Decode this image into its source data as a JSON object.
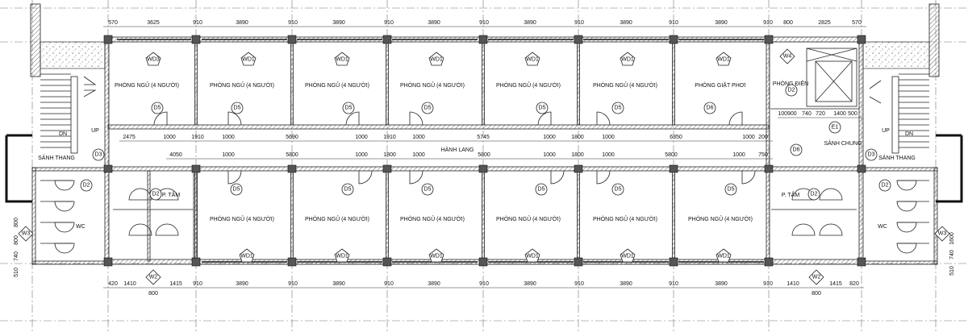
{
  "plan": {
    "top_dimensions": [
      "570",
      "3625",
      "910",
      "3890",
      "910",
      "3890",
      "910",
      "3890",
      "910",
      "3890",
      "910",
      "3890",
      "910",
      "3890",
      "910",
      "800",
      "2825",
      "570"
    ],
    "bottom_dimensions": [
      "420",
      "1410",
      "1415",
      "910",
      "3890",
      "910",
      "3890",
      "910",
      "3890",
      "910",
      "3890",
      "910",
      "3890",
      "910",
      "3890",
      "910",
      "1410",
      "1415",
      "820"
    ],
    "bottom_window_width": [
      "800",
      "800"
    ],
    "corridor_dims_row1": [
      "2475",
      "1000",
      "1910",
      "1000",
      "5690",
      "1000",
      "1910",
      "1000",
      "5745",
      "1000",
      "1800",
      "1000",
      "6350",
      "1000",
      "200"
    ],
    "corridor_dims_row2": [
      "4050",
      "1000",
      "5800",
      "1000",
      "1800",
      "1000",
      "5800",
      "1000",
      "1800",
      "1000",
      "5800",
      "1000",
      "750"
    ],
    "lobby_dims": [
      "100900",
      "740",
      "720",
      "1400",
      "500"
    ],
    "side_dims": [
      "800",
      "800",
      "740",
      "510",
      "1600",
      "740",
      "510"
    ],
    "top_rooms": [
      "PHÒNG NGỦ (4 NGƯỜI)",
      "PHÒNG NGỦ (4 NGƯỜI)",
      "PHÒNG NGỦ (4 NGƯỜI)",
      "PHÒNG NGỦ (4 NGƯỜI)",
      "PHÒNG NGỦ (4 NGƯỜI)",
      "PHÒNG NGỦ (4 NGƯỜI)",
      "PHÒNG GIẶT PHƠI"
    ],
    "bottom_rooms": [
      "PHÒNG NGỦ (4 NGƯỜI)",
      "PHÒNG NGỦ (4 NGƯỜI)",
      "PHÒNG NGỦ (4 NGƯỜI)",
      "PHÒNG NGỦ (4 NGƯỜI)",
      "PHÒNG NGỦ (4 NGƯỜI)",
      "PHÒNG NGỦ (4 NGƯỜI)"
    ],
    "corridor": "HÀNH LANG",
    "electrical_room": "PHÒNG ĐIỆN",
    "common_lobby": "SẢNH CHUNG",
    "stair_lobby_left": "SẢNH THANG",
    "stair_lobby_right": "SẢNH THANG",
    "bath_left": "P. TẮM",
    "bath_right": "P. TẮM",
    "wc_left": "WC",
    "wc_right": "WC",
    "stair_up": "UP",
    "stair_down": "DN",
    "top_windows": [
      "WD3",
      "WD1",
      "WD1",
      "WD1",
      "WD1",
      "WD1",
      "WD1",
      "W4"
    ],
    "bottom_windows": [
      "WD1",
      "WD1",
      "WD1",
      "WD1",
      "WD1",
      "WD1"
    ],
    "side_windows": [
      "W3",
      "W3",
      "W2",
      "W2"
    ],
    "top_doors": [
      "D5",
      "D5",
      "D5",
      "D5",
      "D5",
      "D5",
      "D6",
      "D2"
    ],
    "bottom_doors": [
      "D5",
      "D5",
      "D5",
      "D5",
      "D5",
      "D5"
    ],
    "other_doors": [
      "D3",
      "D3",
      "D2",
      "D2",
      "D2",
      "D2",
      "D6",
      "E1"
    ]
  }
}
